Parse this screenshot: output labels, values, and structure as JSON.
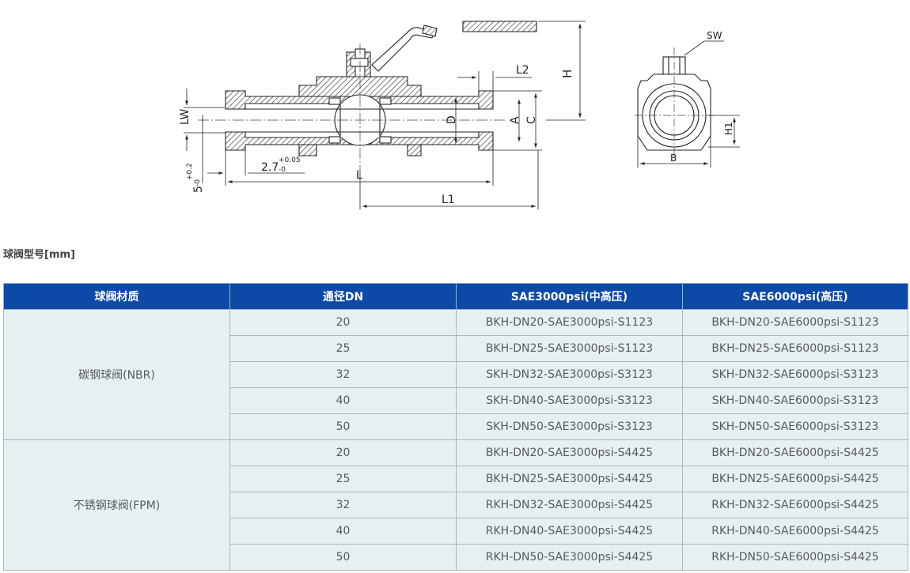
{
  "drawing": {
    "labels": {
      "lw": "LW",
      "d": "D",
      "a": "A",
      "c": "C",
      "h": "H",
      "l": "L",
      "l1": "L1",
      "l2": "L2",
      "dim27": "2.7",
      "tol27_up": "+0.05",
      "tol27_lo": "-0",
      "dim5": "5",
      "tol5_up": "+0.2",
      "tol5_lo": "-0",
      "sw": "SW",
      "b": "B",
      "h1": "H1"
    }
  },
  "section": {
    "title": "球阀型号[mm]"
  },
  "table": {
    "headers": [
      "球阀材质",
      "通径DN",
      "SAE3000psi(中高压)",
      "SAE6000psi(高压)"
    ],
    "groups": [
      {
        "material": "碳钢球阀(NBR)",
        "rows": [
          {
            "dn": "20",
            "sae3000": "BKH-DN20-SAE3000psi-S1123",
            "sae6000": "BKH-DN20-SAE6000psi-S1123"
          },
          {
            "dn": "25",
            "sae3000": "BKH-DN25-SAE3000psi-S1123",
            "sae6000": "BKH-DN25-SAE6000psi-S1123"
          },
          {
            "dn": "32",
            "sae3000": "SKH-DN32-SAE3000psi-S3123",
            "sae6000": "SKH-DN32-SAE6000psi-S3123"
          },
          {
            "dn": "40",
            "sae3000": "SKH-DN40-SAE3000psi-S3123",
            "sae6000": "SKH-DN40-SAE6000psi-S3123"
          },
          {
            "dn": "50",
            "sae3000": "SKH-DN50-SAE3000psi-S3123",
            "sae6000": "SKH-DN50-SAE6000psi-S3123"
          }
        ]
      },
      {
        "material": "不锈钢球阀(FPM)",
        "rows": [
          {
            "dn": "20",
            "sae3000": "BKH-DN20-SAE3000psi-S4425",
            "sae6000": "BKH-DN20-SAE6000psi-S4425"
          },
          {
            "dn": "25",
            "sae3000": "BKH-DN25-SAE3000psi-S4425",
            "sae6000": "BKH-DN25-SAE6000psi-S4425"
          },
          {
            "dn": "32",
            "sae3000": "RKH-DN32-SAE3000psi-S4425",
            "sae6000": "RKH-DN32-SAE6000psi-S4425"
          },
          {
            "dn": "40",
            "sae3000": "RKH-DN40-SAE3000psi-S4425",
            "sae6000": "RKH-DN40-SAE6000psi-S4425"
          },
          {
            "dn": "50",
            "sae3000": "RKH-DN50-SAE3000psi-S4425",
            "sae6000": "RKH-DN50-SAE6000psi-S4425"
          }
        ]
      }
    ]
  }
}
